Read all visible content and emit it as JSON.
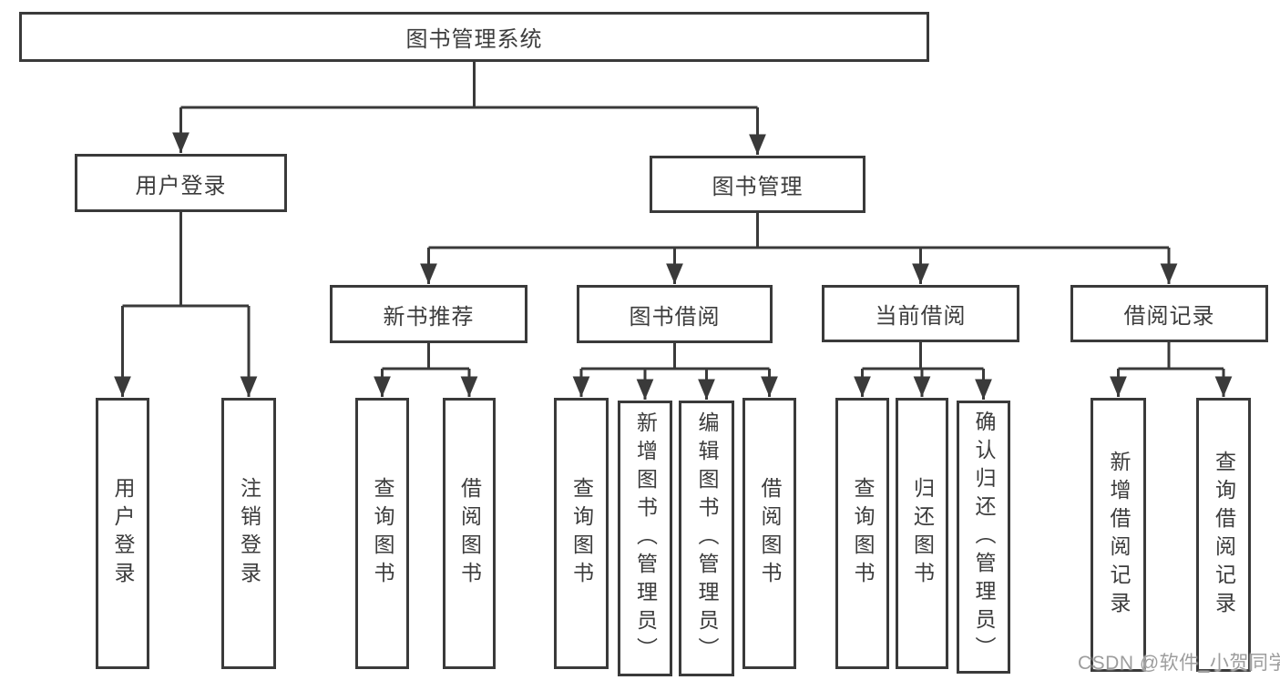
{
  "diagram": {
    "type": "hierarchy-tree",
    "watermark": "CSDN @软件_小贺同学",
    "colors": {
      "line": "#3a3a3a",
      "box_border": "#3a3a3a",
      "text": "#3c3c3c",
      "background": "#ffffff",
      "watermark": "#9d9d9d"
    },
    "nodes": {
      "root": "图书管理系统",
      "user_login": "用户登录",
      "book_management": "图书管理",
      "new_book_recommend": "新书推荐",
      "book_borrowing": "图书借阅",
      "current_borrowing": "当前借阅",
      "borrowing_records": "借阅记录",
      "leaf_user_login": "用户登录",
      "leaf_logout": "注销登录",
      "leaf_query_books_recommend": "查询图书",
      "leaf_borrow_books_recommend": "借阅图书",
      "leaf_query_books_borrowing": "查询图书",
      "leaf_add_books_admin": "新增图书（管理员）",
      "leaf_edit_books_admin": "编辑图书（管理员）",
      "leaf_borrow_books_borrowing": "借阅图书",
      "leaf_query_books_current": "查询图书",
      "leaf_return_books": "归还图书",
      "leaf_confirm_return_admin": "确认归还（管理员）",
      "leaf_add_borrow_record": "新增借阅记录",
      "leaf_query_borrow_record": "查询借阅记录"
    },
    "hierarchy": {
      "图书管理系统": {
        "用户登录": [
          "用户登录",
          "注销登录"
        ],
        "图书管理": {
          "新书推荐": [
            "查询图书",
            "借阅图书"
          ],
          "图书借阅": [
            "查询图书",
            "新增图书（管理员）",
            "编辑图书（管理员）",
            "借阅图书"
          ],
          "当前借阅": [
            "查询图书",
            "归还图书",
            "确认归还（管理员）"
          ],
          "借阅记录": [
            "新增借阅记录",
            "查询借阅记录"
          ]
        }
      }
    }
  }
}
